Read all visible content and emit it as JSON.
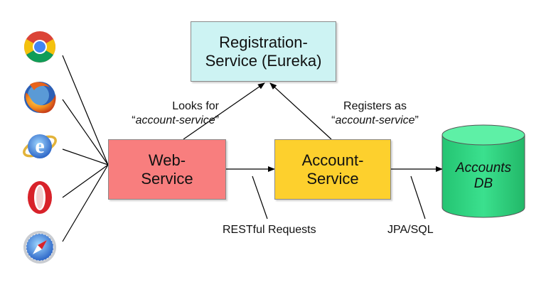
{
  "colors": {
    "registration": "#cdf3f3",
    "web": "#f87e7e",
    "account": "#fdd02d",
    "db": "#2fdd82",
    "line": "#000000"
  },
  "nodes": {
    "registration": {
      "line1": "Registration-",
      "line2": "Service (Eureka)"
    },
    "web": {
      "line1": "Web-",
      "line2": "Service"
    },
    "account": {
      "line1": "Account-",
      "line2": "Service"
    },
    "db": {
      "line1": "Accounts",
      "line2": "DB"
    }
  },
  "clients": [
    {
      "icon": "chrome-icon"
    },
    {
      "icon": "firefox-icon"
    },
    {
      "icon": "internet-explorer-icon"
    },
    {
      "icon": "opera-icon"
    },
    {
      "icon": "safari-icon"
    }
  ],
  "labels": {
    "looks_for": {
      "prefix": "Looks for",
      "quote_open": "“",
      "name": "account-service",
      "quote_close": "”"
    },
    "registers_as": {
      "prefix": "Registers as",
      "quote_open": "“",
      "name": "account-service",
      "quote_close": "”"
    },
    "restful": "RESTful Requests",
    "jpa": "JPA/SQL"
  }
}
